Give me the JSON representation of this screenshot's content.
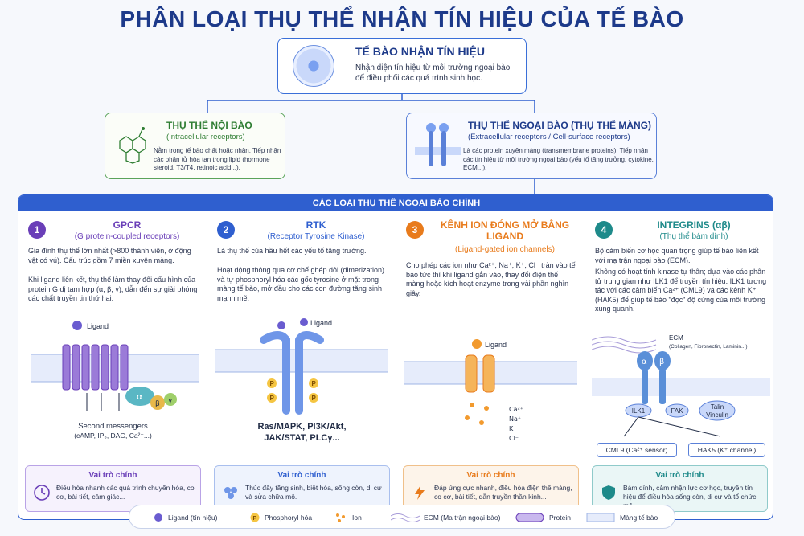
{
  "title": "PHÂN LOẠI THỤ THỂ NHẬN TÍN HIỆU CỦA TẾ BÀO",
  "root": {
    "heading": "TẾ BÀO NHẬN TÍN HIỆU",
    "desc": "Nhận diện tín hiệu từ môi trường ngoại bào để điều phối các quá trình sinh học."
  },
  "intracellular": {
    "heading": "THỤ THỂ NỘI BÀO",
    "sub": "(Intracellular receptors)",
    "desc": "Nằm trong tế bào chất hoặc nhân. Tiếp nhận các phân tử hòa tan trong lipid (hormone steroid, T3/T4, retinoic acid...)."
  },
  "extracellular": {
    "heading": "THỤ THỂ NGOẠI BÀO (THỤ THỂ MÀNG)",
    "sub": "(Extracellular receptors / Cell-surface receptors)",
    "desc": "Là các protein xuyên màng (transmembrane proteins). Tiếp nhận các tín hiệu từ môi trường ngoại bào (yếu tố tăng trưởng, cytokine, ECM...)."
  },
  "banner": "CÁC LOẠI THỤ THỂ NGOẠI BÀO CHÍNH",
  "columns": [
    {
      "num": "1",
      "title": "GPCR",
      "sub": "(G protein-coupled receptors)",
      "color": "#6a3fb8",
      "desc1": "Gia đình thụ thể lớn nhất (>800 thành viên, ở động vật có vú). Cấu trúc gồm 7 miền xuyên màng.",
      "desc2": "Khi ligand liên kết, thụ thể làm thay đổi cấu hình của protein G dị tam hợp (α, β, γ), dẫn đến sự giải phóng các chất truyền tin thứ hai.",
      "ligand": "Ligand",
      "alpha": "α",
      "beta": "β",
      "gamma": "γ",
      "out1": "Second messengers",
      "out2": "(cAMP, IP₃, DAG, Ca²⁺...)",
      "role_title": "Vai trò chính",
      "role_desc": "Điều hòa nhanh các quá trình chuyển hóa, co cơ, bài tiết, cảm giác..."
    },
    {
      "num": "2",
      "title": "RTK",
      "sub": "(Receptor Tyrosine Kinase)",
      "color": "#2f5fcf",
      "desc1": "Là thụ thể của hầu hết các yếu tố tăng trưởng.",
      "desc2": "Hoạt động thông qua cơ chế ghép đôi (dimerization) và tự phosphoryl hóa các gốc tyrosine ở mặt trong màng tế bào, mở đầu cho các con đường tăng sinh mạnh mẽ.",
      "ligand": "Ligand",
      "p": "P",
      "out1": "Ras/MAPK, PI3K/Akt,",
      "out2": "JAK/STAT, PLCγ...",
      "role_title": "Vai trò chính",
      "role_desc": "Thúc đẩy tăng sinh, biệt hóa, sống còn, di cư và sửa chữa mô."
    },
    {
      "num": "3",
      "title": "KÊNH ION ĐÓNG MỞ BẰNG LIGAND",
      "sub": "(Ligand-gated ion channels)",
      "color": "#e87b1c",
      "desc1": "Cho phép các ion như Ca²⁺, Na⁺, K⁺, Cl⁻ tràn vào tế bào tức thì khi ligand gắn vào, thay đổi điện thế màng hoặc kích hoạt enzyme trong vài phần nghìn giây.",
      "ligand": "Ligand",
      "ions": [
        "Ca²⁺",
        "Na⁺",
        "K⁺",
        "Cl⁻"
      ],
      "role_title": "Vai trò chính",
      "role_desc": "Đáp ứng cực nhanh, điều hòa điện thế màng, co cơ, bài tiết, dẫn truyền thần kinh..."
    },
    {
      "num": "4",
      "title": "INTEGRINS (αβ)",
      "sub": "(Thụ thể bám dính)",
      "color": "#1e8a8a",
      "desc1": "Bộ cảm biến cơ học quan trọng giúp tế bào liên kết với mạ trận ngoại bào (ECM).",
      "desc2": "Không có hoạt tính kinase tự thân; dựa vào các phân tử trung gian như ILK1 để truyền tín hiệu. ILK1 tương tác với các cảm biến Ca²⁺ (CML9) và các kênh K⁺ (HAK5) để giúp tế bào \"đọc\" độ cứng của môi trường xung quanh.",
      "ecm": "ECM",
      "ecm_sub": "(Collagen, Fibronectin, Laminin...)",
      "alpha": "α",
      "beta": "β",
      "ilk": "ILK1",
      "fak": "FAK",
      "talin": "Talin",
      "vinculin": "Vinculin",
      "cml": "CML9 (Ca²⁺ sensor)",
      "hak": "HAK5 (K⁺ channel)",
      "role_title": "Vai trò chính",
      "role_desc": "Bám dính, cảm nhận lực cơ học, truyền tín hiệu để điều hòa sống còn, di cư và tổ chức mô."
    }
  ],
  "legend": {
    "ligand": "Ligand (tín hiệu)",
    "p_symbol": "P",
    "phospho": "Phosphoryl hóa",
    "ion": "Ion",
    "ecm": "ECM (Ma trận ngoại bào)",
    "protein": "Protein",
    "membrane": "Màng tế bào"
  },
  "colors": {
    "primary": "#1d3a8a",
    "blue": "#2f5fcf",
    "green": "#2e7d32",
    "purple": "#6a3fb8",
    "orange": "#e87b1c",
    "teal": "#1e8a8a"
  }
}
